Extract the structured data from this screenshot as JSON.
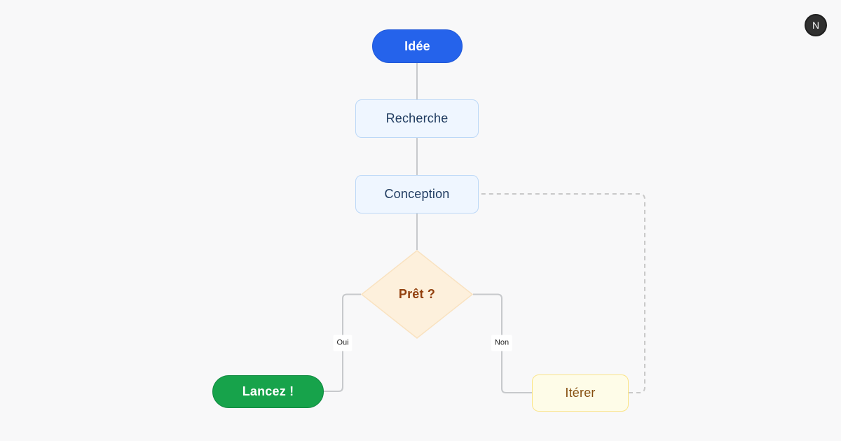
{
  "page": {
    "background": "#f8f8f9"
  },
  "avatar": {
    "initial": "N"
  },
  "flowchart": {
    "nodes": {
      "idea": {
        "label": "Idée"
      },
      "research": {
        "label": "Recherche"
      },
      "design": {
        "label": "Conception"
      },
      "decision": {
        "label": "Prêt ?"
      },
      "launch": {
        "label": "Lancez !"
      },
      "iterate": {
        "label": "Itérer"
      }
    },
    "edge_labels": {
      "yes": "Oui",
      "no": "Non"
    }
  },
  "colors": {
    "canvas-bg": "#f8f8f9",
    "connector": "#c7c9cc",
    "connector-dashed": "#c9c9c9",
    "idea-bg": "#2563eb",
    "idea-border": "#2058d8",
    "idea-text": "#ffffff",
    "step-bg": "#eff6ff",
    "step-border": "#bcd8f7",
    "step-text": "#1e3a5f",
    "decision-bg": "#fdf0dc",
    "decision-border": "#f9e2c0",
    "decision-text": "#92400e",
    "launch-bg": "#17a34b",
    "launch-border": "#128a42",
    "launch-text": "#ffffff",
    "iterate-bg": "#fefce8",
    "iterate-border": "#fbe588",
    "iterate-text": "#854d0e",
    "avatar-bg": "#303030",
    "avatar-ring": "#1f1f1f",
    "avatar-text": "#f5f5f5",
    "edge-label-text": "#1f1f1f"
  }
}
